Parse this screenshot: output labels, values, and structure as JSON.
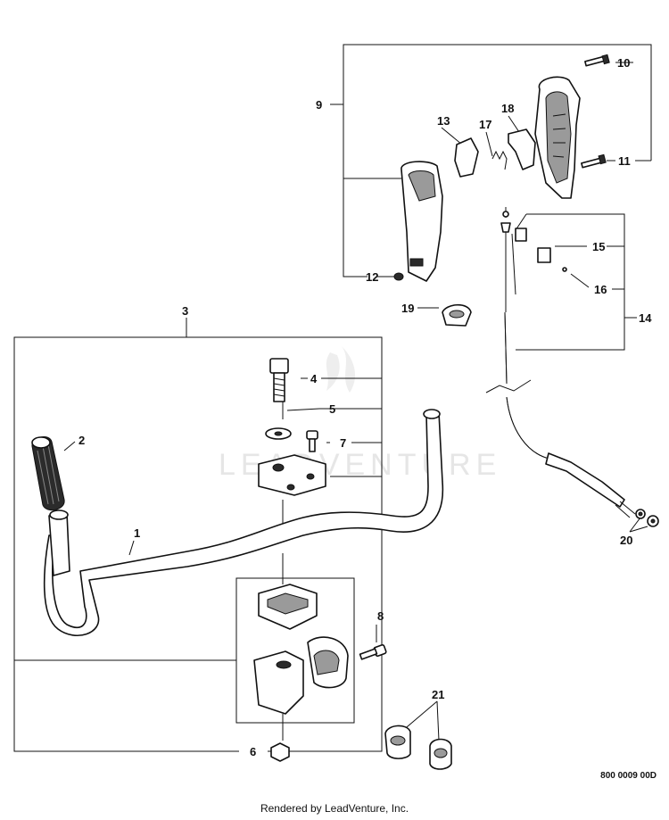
{
  "diagram": {
    "watermark": "LEADVENTURE",
    "callouts": {
      "c1": "1",
      "c2": "2",
      "c3": "3",
      "c4": "4",
      "c5": "5",
      "c6": "6",
      "c7": "7",
      "c8": "8",
      "c9": "9",
      "c10": "10",
      "c11": "11",
      "c12": "12",
      "c13": "13",
      "c14": "14",
      "c15": "15",
      "c16": "16",
      "c17": "17",
      "c18": "18",
      "c19": "19",
      "c20": "20",
      "c21": "21"
    },
    "drawing_code": "800 0009 00D",
    "footer": "Rendered by LeadVenture, Inc."
  }
}
